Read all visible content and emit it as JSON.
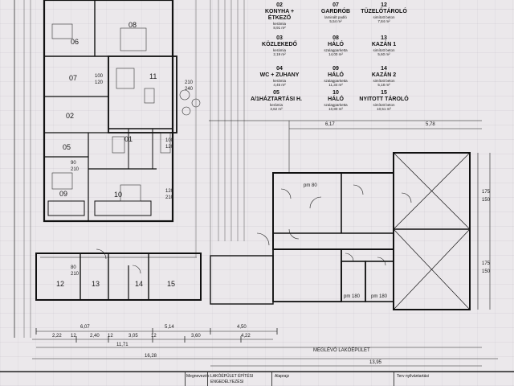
{
  "legend": [
    {
      "num": "02",
      "name": "KONYHA + ÉTKEZŐ",
      "sub": "kerámia",
      "area": "8,91 m²"
    },
    {
      "num": "07",
      "name": "GARDRÓB",
      "sub": "laminált padló",
      "area": "5,54 m²"
    },
    {
      "num": "12",
      "name": "TÜZELŐTÁROLÓ",
      "sub": "simított beton",
      "area": "7,84 m²"
    },
    {
      "num": "03",
      "name": "KÖZLEKEDŐ",
      "sub": "kerámia",
      "area": "2,19 m²"
    },
    {
      "num": "08",
      "name": "HÁLÓ",
      "sub": "szalagparketta",
      "area": "14,00 m²"
    },
    {
      "num": "13",
      "name": "KAZÁN 1",
      "sub": "simított beton",
      "area": "5,60 m²"
    },
    {
      "num": "04",
      "name": "WC + ZUHANY",
      "sub": "kerámia",
      "area": "4,45 m²"
    },
    {
      "num": "09",
      "name": "HÁLÓ",
      "sub": "szalagparketta",
      "area": "11,34 m²"
    },
    {
      "num": "14",
      "name": "KAZÁN 2",
      "sub": "simított beton",
      "area": "5,18 m²"
    },
    {
      "num": "05",
      "name": "A/1HÁZTARTÁSI H.",
      "sub": "kerámia",
      "area": "3,62 m²"
    },
    {
      "num": "10",
      "name": "HÁLÓ",
      "sub": "szalagparketta",
      "area": "10,80 m²"
    },
    {
      "num": "15",
      "name": "NYITOTT TÁROLÓ",
      "sub": "simított beton",
      "area": "10,51 m²"
    }
  ],
  "rooms": [
    "08",
    "06",
    "07",
    "11",
    "02",
    "01",
    "05",
    "09",
    "10",
    "12",
    "13",
    "14",
    "15"
  ],
  "dims": {
    "bottom_row1": [
      "6,07",
      "5,14",
      "4,50"
    ],
    "bottom_row2": [
      "2,22",
      "12",
      "2,40",
      "12",
      "3,05",
      "12",
      "3,60",
      "4,22"
    ],
    "total_a": "11,71",
    "total_b": "16,28",
    "total_c": "13,95",
    "right_top": "6,17",
    "right_top2": "5,78",
    "right_side": [
      "175",
      "150",
      "175",
      "150"
    ],
    "bottom_labels": [
      "pm 80",
      "pm 180",
      "pm 180"
    ],
    "existing": "MEGLÉVŐ LAKÓÉPÜLET",
    "left_dims": [
      "100",
      "120",
      "210",
      "240",
      "120",
      "210",
      "90",
      "210",
      "100",
      "120",
      "80",
      "210"
    ]
  },
  "title_block": {
    "label1": "Megnevezés:",
    "text1": "LAKÓÉPÜLET ÉPÍTÉSI",
    "text2": "ENGEDÉLYEZÉSI",
    "label2": "Alaprajz",
    "label3": "Terv nyilvántartási"
  }
}
